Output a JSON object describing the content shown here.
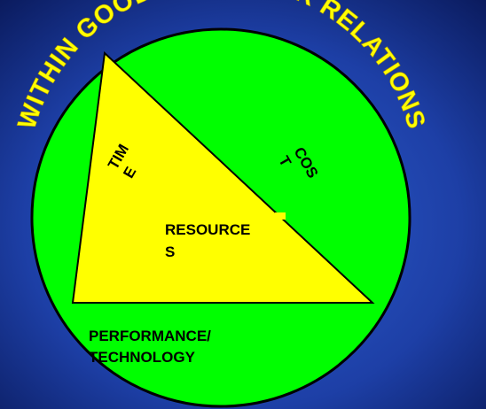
{
  "diagram": {
    "arc_title": "WITHIN GOOD CUSTOMER RELATIONS",
    "labels": {
      "time_line1": "TIM",
      "time_line2": "E",
      "cost_line1": "COS",
      "cost_line2": "T",
      "resources_line1": "RESOURCE",
      "resources_line2": "S",
      "performance_line1": "PERFORMANCE/",
      "performance_line2": "TECHNOLOGY"
    }
  },
  "colors": {
    "background_center": "#2f5fd0",
    "background_edge": "#0a1a5c",
    "circle_fill": "#00ff00",
    "triangle_fill": "#ffff00",
    "outline": "#000000",
    "arc_text": "#ffff00",
    "label_text": "#000000"
  }
}
